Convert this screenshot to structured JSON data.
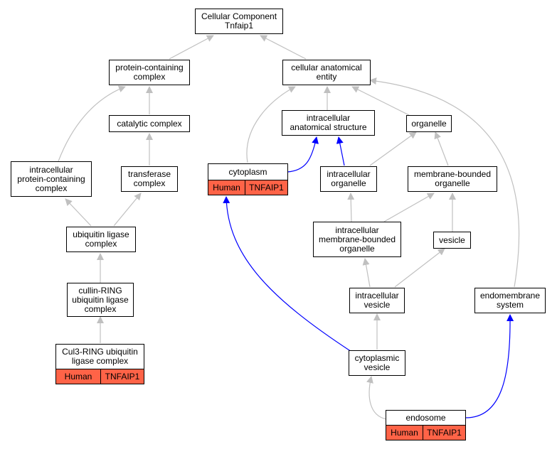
{
  "colors": {
    "gray_edge": "#C0C0C0",
    "blue_edge": "#0000FF",
    "annotation_fill": "#FF6347"
  },
  "nodes": {
    "root": "Cellular Component\nTnfaip1",
    "protein_containing_complex": "protein-containing\ncomplex",
    "cellular_anatomical_entity": "cellular anatomical\nentity",
    "catalytic_complex": "catalytic complex",
    "intracellular_anatomical_structure": "intracellular\nanatomical structure",
    "organelle": "organelle",
    "intracellular_protein_containing_complex": "intracellular\nprotein-containing\ncomplex",
    "transferase_complex": "transferase\ncomplex",
    "intracellular_organelle": "intracellular\norganelle",
    "membrane_bounded_organelle": "membrane-bounded\norganelle",
    "ubiquitin_ligase_complex": "ubiquitin ligase\ncomplex",
    "intracellular_membrane_bounded_organelle": "intracellular\nmembrane-bounded\norganelle",
    "vesicle": "vesicle",
    "cullin_ring": "cullin-RING\nubiquitin ligase\ncomplex",
    "intracellular_vesicle": "intracellular\nvesicle",
    "endomembrane_system": "endomembrane\nsystem",
    "cytoplasmic_vesicle": "cytoplasmic\nvesicle"
  },
  "annotated": {
    "cytoplasm": {
      "title": "cytoplasm",
      "organism": "Human",
      "gene": "TNFAIP1"
    },
    "cul3_ring": {
      "title": "Cul3-RING ubiquitin\nligase complex",
      "organism": "Human",
      "gene": "TNFAIP1"
    },
    "endosome": {
      "title": "endosome",
      "organism": "Human",
      "gene": "TNFAIP1"
    }
  }
}
